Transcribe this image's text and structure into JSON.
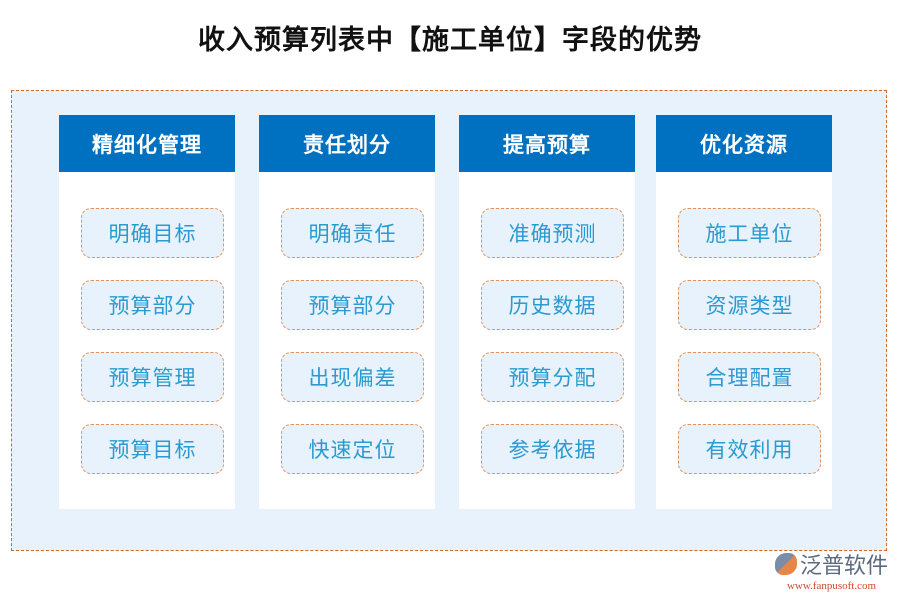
{
  "title": "收入预算列表中【施工单位】字段的优势",
  "columns": [
    {
      "header": "精细化管理",
      "items": [
        "明确目标",
        "预算部分",
        "预算管理",
        "预算目标"
      ]
    },
    {
      "header": "责任划分",
      "items": [
        "明确责任",
        "预算部分",
        "出现偏差",
        "快速定位"
      ]
    },
    {
      "header": "提高预算",
      "items": [
        "准确预测",
        "历史数据",
        "预算分配",
        "参考依据"
      ]
    },
    {
      "header": "优化资源",
      "items": [
        "施工单位",
        "资源类型",
        "合理配置",
        "有效利用"
      ]
    }
  ],
  "logo": {
    "name": "泛普软件",
    "url": "www.fanpusoft.com"
  },
  "colors": {
    "header": "#0070c0",
    "panel": "#e8f2fc",
    "border": "#d06a20",
    "item_text": "#2a9ad0"
  }
}
